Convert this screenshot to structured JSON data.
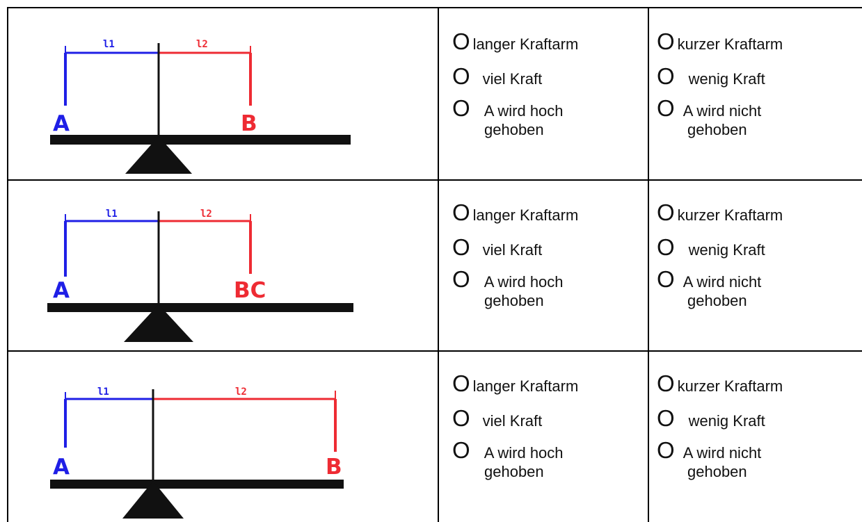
{
  "rows": [
    {
      "arm1_label": "l1",
      "arm2_label": "l2",
      "point_left": "A",
      "point_right": "B",
      "left_options": [
        {
          "mark": "O",
          "text": "langer Kraftarm"
        },
        {
          "mark": "O",
          "text": "viel Kraft"
        },
        {
          "mark": "O",
          "text": "A wird hoch",
          "text2": "gehoben"
        }
      ],
      "right_options": [
        {
          "mark": "O",
          "text": "kurzer Kraftarm"
        },
        {
          "mark": "O",
          "text": "wenig Kraft"
        },
        {
          "mark": "O",
          "text": "A wird nicht",
          "text2": "gehoben"
        }
      ]
    },
    {
      "arm1_label": "l1",
      "arm2_label": "l2",
      "point_left": "A",
      "point_right": "BC",
      "left_options": [
        {
          "mark": "O",
          "text": "langer Kraftarm"
        },
        {
          "mark": "O",
          "text": "viel Kraft"
        },
        {
          "mark": "O",
          "text": "A wird hoch",
          "text2": "gehoben"
        }
      ],
      "right_options": [
        {
          "mark": "O",
          "text": "kurzer Kraftarm"
        },
        {
          "mark": "O",
          "text": "wenig Kraft"
        },
        {
          "mark": "O",
          "text": "A wird nicht",
          "text2": "gehoben"
        }
      ]
    },
    {
      "arm1_label": "l1",
      "arm2_label": "l2",
      "point_left": "A",
      "point_right": "B",
      "left_options": [
        {
          "mark": "O",
          "text": "langer Kraftarm"
        },
        {
          "mark": "O",
          "text": "viel Kraft"
        },
        {
          "mark": "O",
          "text": "A wird hoch",
          "text2": "gehoben"
        }
      ],
      "right_options": [
        {
          "mark": "O",
          "text": "kurzer Kraftarm"
        },
        {
          "mark": "O",
          "text": "wenig Kraft"
        },
        {
          "mark": "O",
          "text": "A wird nicht",
          "text2": "gehoben"
        }
      ]
    }
  ],
  "colors": {
    "arm1": "#1f1fe6",
    "arm2": "#ee2b33",
    "lever": "#111111"
  }
}
